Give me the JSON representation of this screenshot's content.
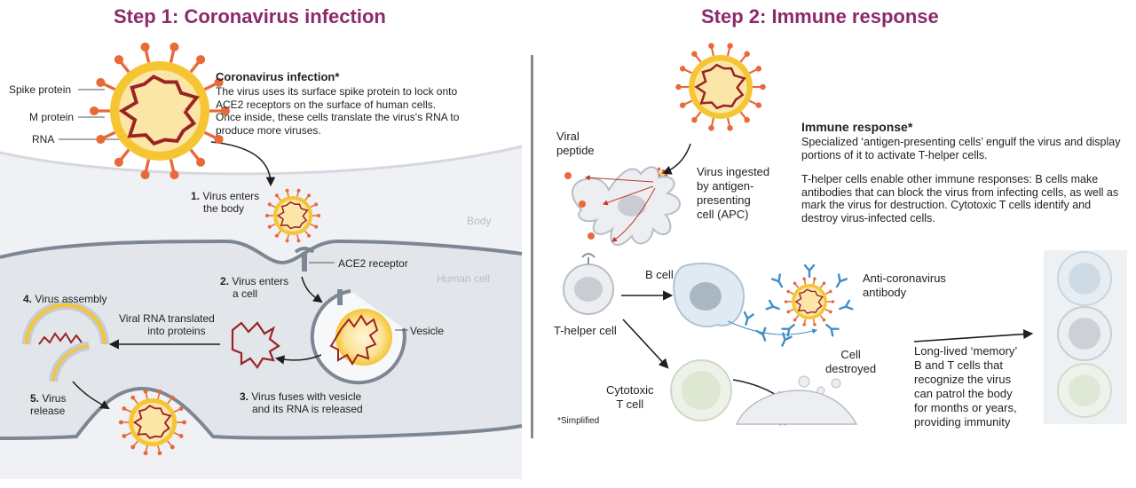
{
  "left": {
    "title": "Step 1: Coronavirus infection",
    "anatomy": {
      "spike": "Spike protein",
      "m": "M protein",
      "rna": "RNA"
    },
    "intro": {
      "heading": "Coronavirus infection*",
      "body": "The virus uses its surface spike protein to lock onto ACE2 receptors on the surface of human cells. Once inside, these cells translate the virus's RNA to produce more viruses."
    },
    "steps": {
      "s1_num": "1.",
      "s1_line1": "Virus enters",
      "s1_line2": "the body",
      "s2_num": "2.",
      "s2_line1": "Virus enters",
      "s2_line2": "a cell",
      "s3_num": "3.",
      "s3_line1": "Virus fuses with vesicle",
      "s3_line2": "and its RNA is released",
      "s4_num": "4.",
      "s4_label": "Virus assembly",
      "s5_num": "5.",
      "s5_line1": "Virus",
      "s5_line2": "release"
    },
    "labels": {
      "body": "Body",
      "human_cell": "Human cell",
      "ace2": "ACE2 receptor",
      "vesicle": "Vesicle",
      "translated_l1": "Viral RNA translated",
      "translated_l2": "into proteins"
    }
  },
  "right": {
    "title": "Step 2: Immune response",
    "box": {
      "heading": "Immune response*",
      "p1": "Specialized ‘antigen-presenting cells’ engulf the virus and display portions of it to activate T-helper cells.",
      "p2": "T-helper cells enable other immune responses: B cells make antibodies that can block the virus from infecting cells, as well as mark the virus for destruction. Cytotoxic T cells identify and destroy virus-infected cells."
    },
    "labels": {
      "viral_peptide_l1": "Viral",
      "viral_peptide_l2": "peptide",
      "apc_l1": "Virus ingested",
      "apc_l2": "by antigen-",
      "apc_l3": "presenting",
      "apc_l4": "cell (APC)",
      "b_cell": "B cell",
      "t_helper": "T-helper cell",
      "antibody_l1": "Anti-coronavirus",
      "antibody_l2": "antibody",
      "cytotoxic_l1": "Cytotoxic",
      "cytotoxic_l2": "T cell",
      "destroyed_l1": "Cell",
      "destroyed_l2": "destroyed",
      "simplified": "*Simplified",
      "memory_l1": "Long-lived ‘memory’",
      "memory_l2": "B and T cells that",
      "memory_l3": "recognize the virus",
      "memory_l4": "can patrol the body",
      "memory_l5": "for months or years,",
      "memory_l6": "providing immunity"
    }
  },
  "colors": {
    "title": "#8b2a6a",
    "virus_halo": "#f6c534",
    "virus_core": "#fbe6a8",
    "spike": "#e8693a",
    "rna": "#9a2424",
    "membrane_fill": "#e4e7ec",
    "membrane_edge": "#7d8794",
    "antibody": "#3f8fc6",
    "arrow": "#1e1e1e"
  }
}
